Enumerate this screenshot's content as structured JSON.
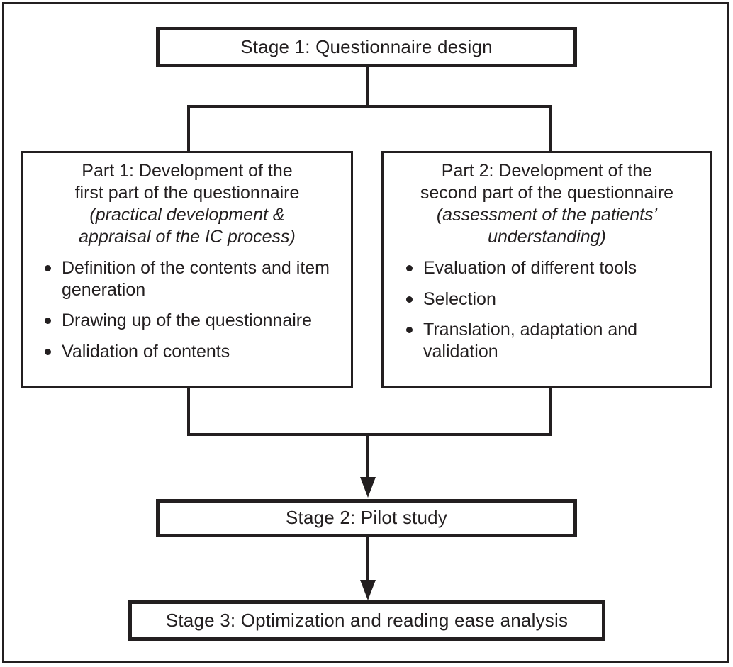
{
  "figure": {
    "type": "flowchart",
    "orientation": "top-to-bottom",
    "frame_color": "#231f20",
    "background_color": "#ffffff"
  },
  "nodes": {
    "stage1": {
      "label": "Stage 1: Questionnaire design"
    },
    "stage2": {
      "label": "Stage 2: Pilot study"
    },
    "stage3": {
      "label": "Stage 3: Optimization and reading ease analysis"
    },
    "part1": {
      "heading_line1": "Part 1: Development of the",
      "heading_line2": "first part of the questionnaire",
      "subtitle_line1": "(practical development &",
      "subtitle_line2": "appraisal of the IC process)",
      "bullets": [
        "Definition of the contents and item generation",
        "Drawing up of the questionnaire",
        "Validation of contents"
      ]
    },
    "part2": {
      "heading_line1": "Part 2: Development of the",
      "heading_line2": "second part of the questionnaire",
      "subtitle_line1": "(assessment of the patients’",
      "subtitle_line2": "understanding)",
      "bullets": [
        "Evaluation of different tools",
        "Selection",
        "Translation, adaptation and validation"
      ]
    }
  },
  "connectors": [
    {
      "from": "stage1",
      "to": "part1",
      "style": "elbow",
      "arrow": false
    },
    {
      "from": "stage1",
      "to": "part2",
      "style": "elbow",
      "arrow": false
    },
    {
      "from": "part1",
      "to": "stage2",
      "style": "elbow",
      "arrow": true
    },
    {
      "from": "part2",
      "to": "stage2",
      "style": "elbow",
      "arrow": true
    },
    {
      "from": "stage2",
      "to": "stage3",
      "style": "straight",
      "arrow": true
    }
  ]
}
